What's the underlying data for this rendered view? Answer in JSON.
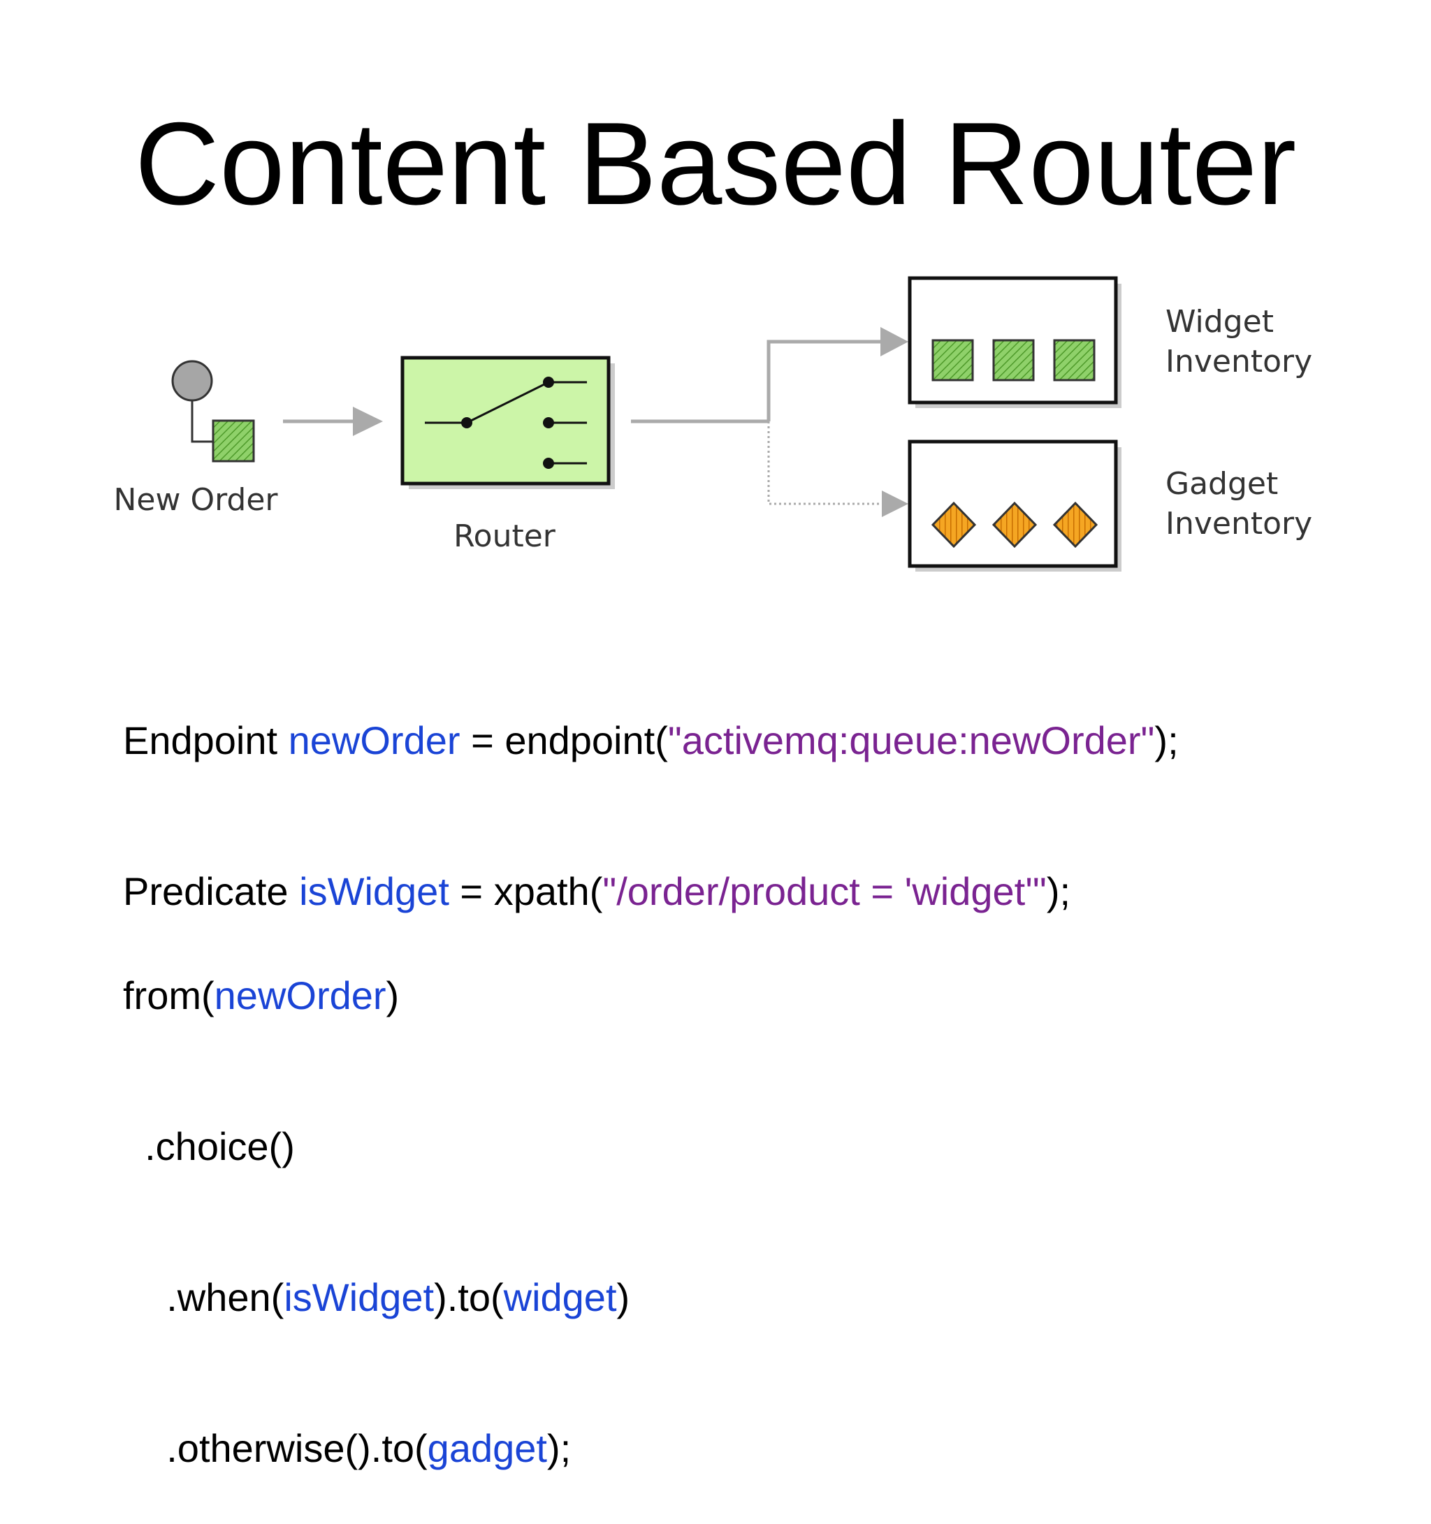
{
  "title": "Content Based Router",
  "diagram": {
    "new_order_label": "New Order",
    "router_label": "Router",
    "widget_label_line1": "Widget",
    "widget_label_line2": "Inventory",
    "gadget_label_line1": "Gadget",
    "gadget_label_line2": "Inventory",
    "colors": {
      "message_green": "#8fd16a",
      "router_fill": "#ccf5a8",
      "gadget_orange": "#f5a623",
      "arrow_gray": "#aaaaaa"
    }
  },
  "code": {
    "line1": {
      "p1": "Endpoint ",
      "p2": "newOrder",
      "p3": " = endpoint(",
      "p4": "\"activemq:queue:newOrder\"",
      "p5": ");"
    },
    "line2": {
      "p1": "Predicate ",
      "p2": "isWidget",
      "p3": " = xpath(",
      "p4": "\"/order/product = 'widget'\"",
      "p5": ");"
    },
    "line3": {
      "p1": "from(",
      "p2": "newOrder",
      "p3": ")"
    },
    "line4": {
      "p1": "  .choice()"
    },
    "line5": {
      "p1": "    .when(",
      "p2": "isWidget",
      "p3": ").to(",
      "p4": "widget",
      "p5": ")"
    },
    "line6": {
      "p1": "    .otherwise().to(",
      "p2": "gadget",
      "p3": ");"
    }
  }
}
